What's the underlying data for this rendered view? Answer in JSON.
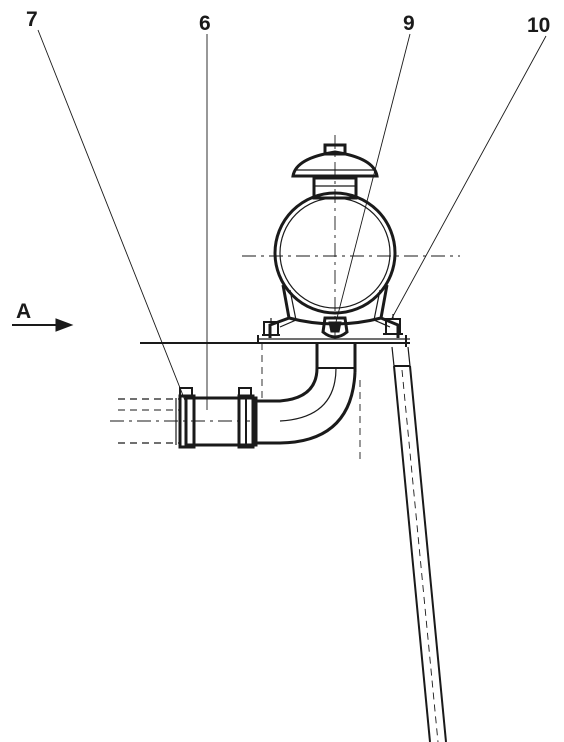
{
  "figure": {
    "labels": {
      "item_7": "7",
      "item_6": "6",
      "item_9": "9",
      "item_10": "10",
      "view_a": "A"
    }
  }
}
